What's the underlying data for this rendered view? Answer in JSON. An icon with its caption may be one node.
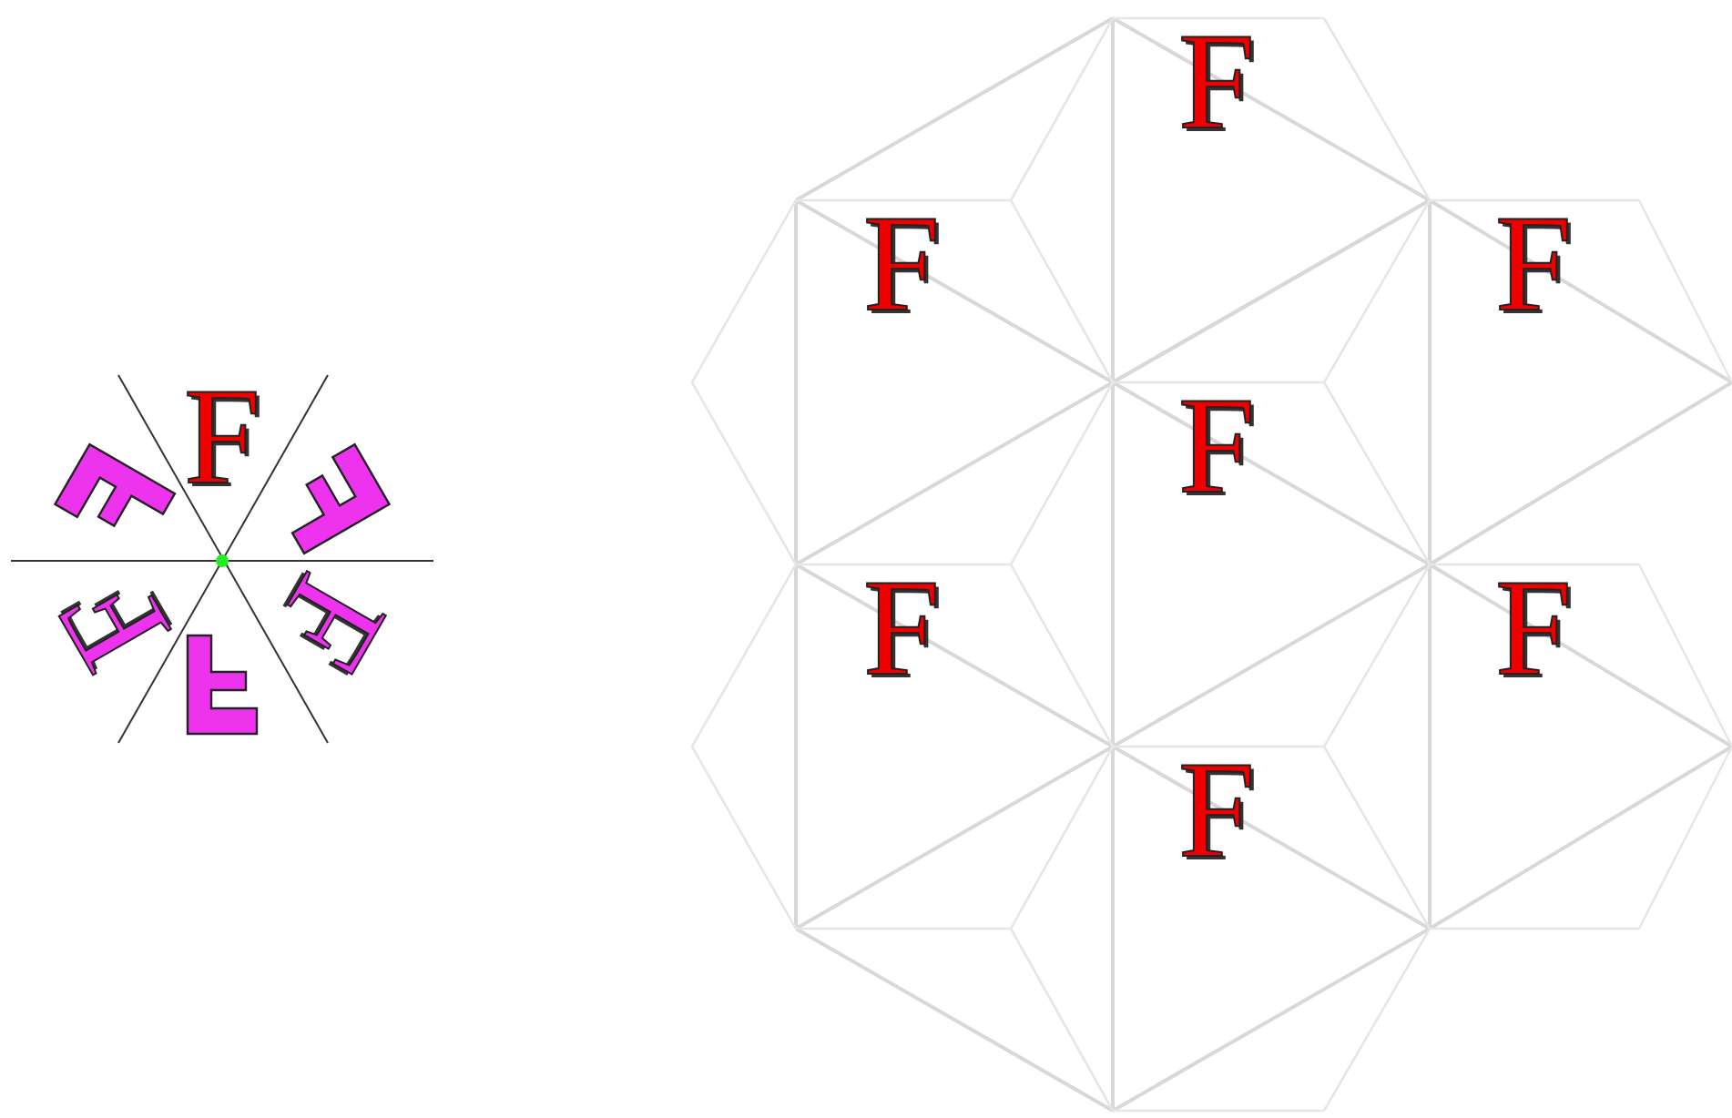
{
  "diagram": {
    "labels": [
      "F",
      "F",
      "F",
      "F",
      "F",
      "F",
      "F",
      "F",
      "F",
      "F"
    ]
  }
}
